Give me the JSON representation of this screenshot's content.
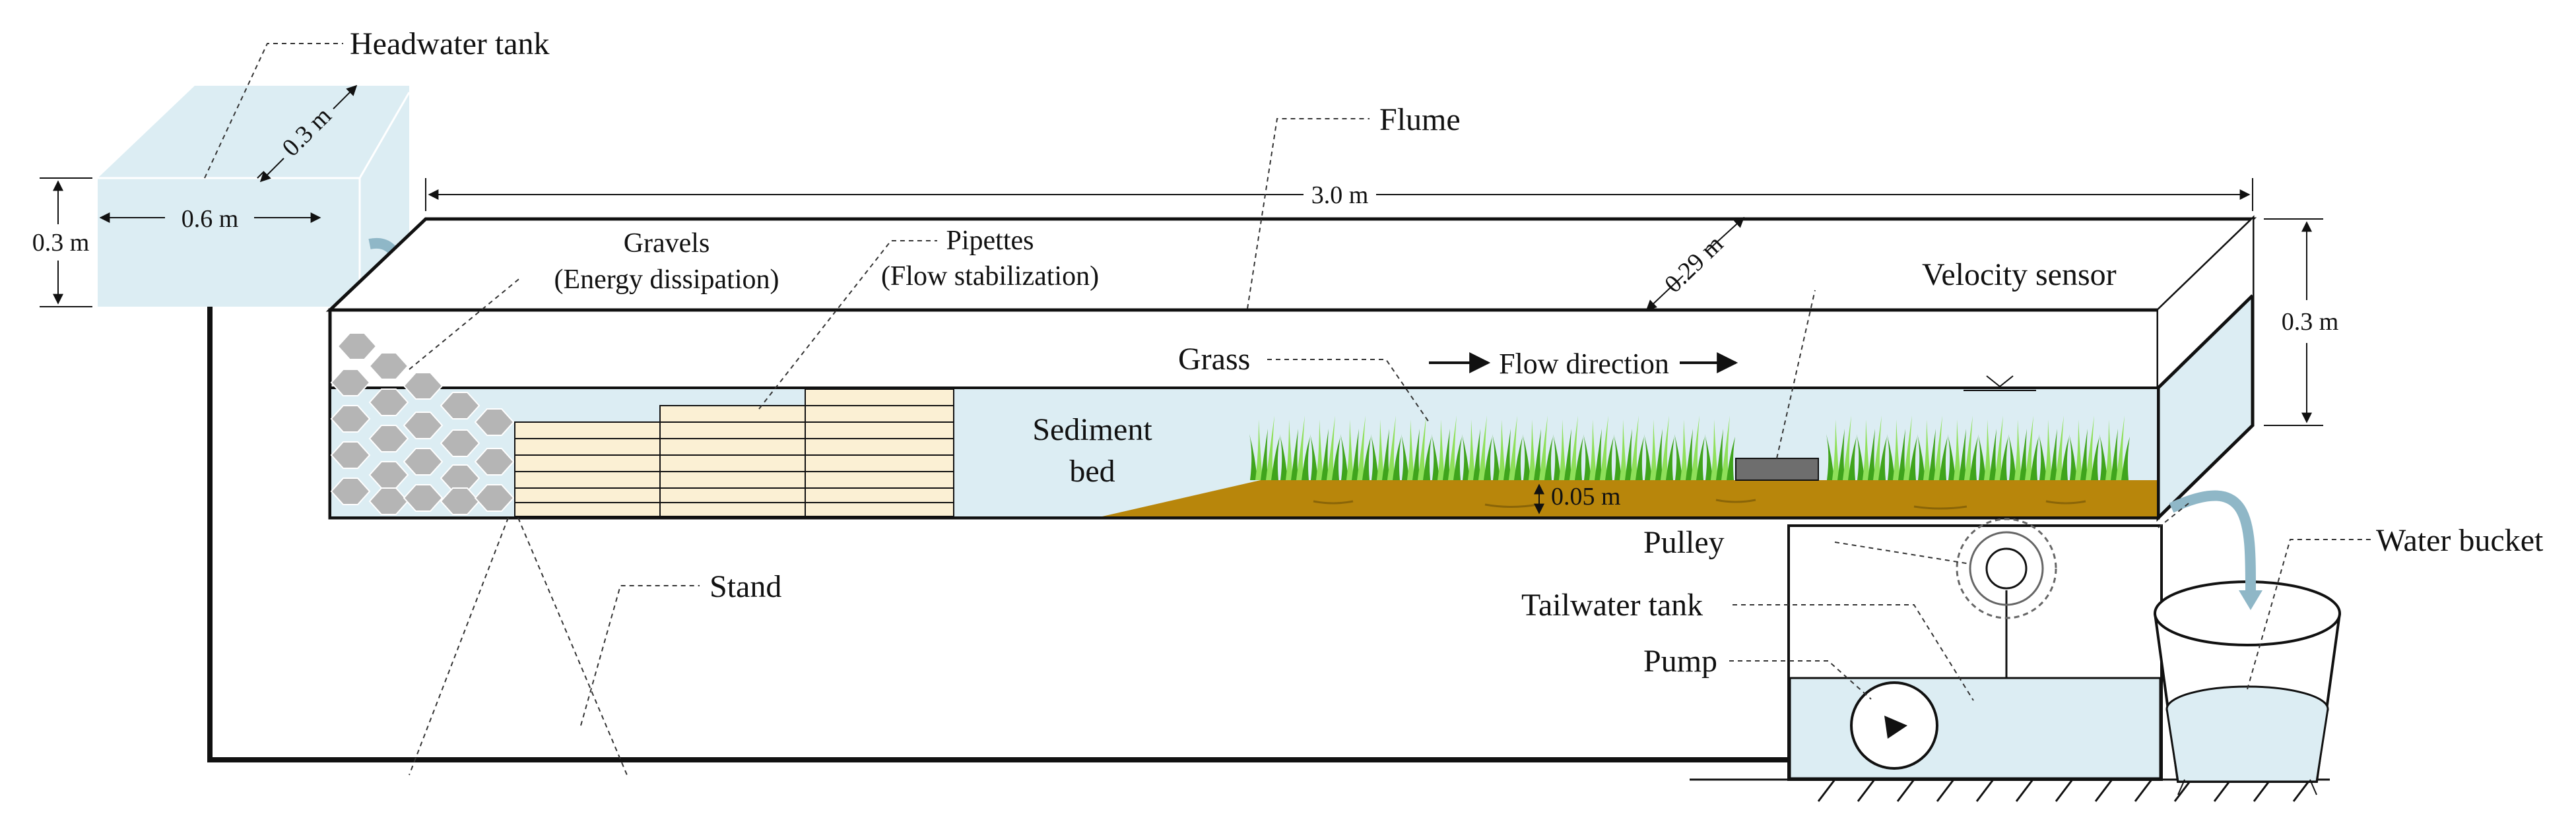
{
  "labels": {
    "headwater_tank": "Headwater tank",
    "flume": "Flume",
    "gravels": "Gravels",
    "gravels_note": "(Energy dissipation)",
    "pipettes": "Pipettes",
    "pipettes_note": "(Flow stabilization)",
    "velocity_sensor": "Velocity sensor",
    "grass": "Grass",
    "flow_direction": "Flow direction",
    "sediment": "Sediment",
    "sediment_bed": "bed",
    "pulley": "Pulley",
    "tailwater_tank": "Tailwater tank",
    "pump": "Pump",
    "water_bucket": "Water bucket",
    "stand": "Stand"
  },
  "dimensions": {
    "flume_length": "3.0 m",
    "flume_width": "0.29 m",
    "flume_height": "0.3 m",
    "tank_height": "0.3 m",
    "tank_length": "0.6 m",
    "tank_depth": "0.3 m",
    "bed_thickness": "0.05 m"
  },
  "colors": {
    "water": "#dcedf3",
    "sediment": "#b8860b",
    "grass_dark": "#3fa41c",
    "grass_light": "#8fe05a",
    "gravel": "#b5b5b5",
    "pipette": "#fbf0d4",
    "sensor": "#6e6e6e"
  }
}
